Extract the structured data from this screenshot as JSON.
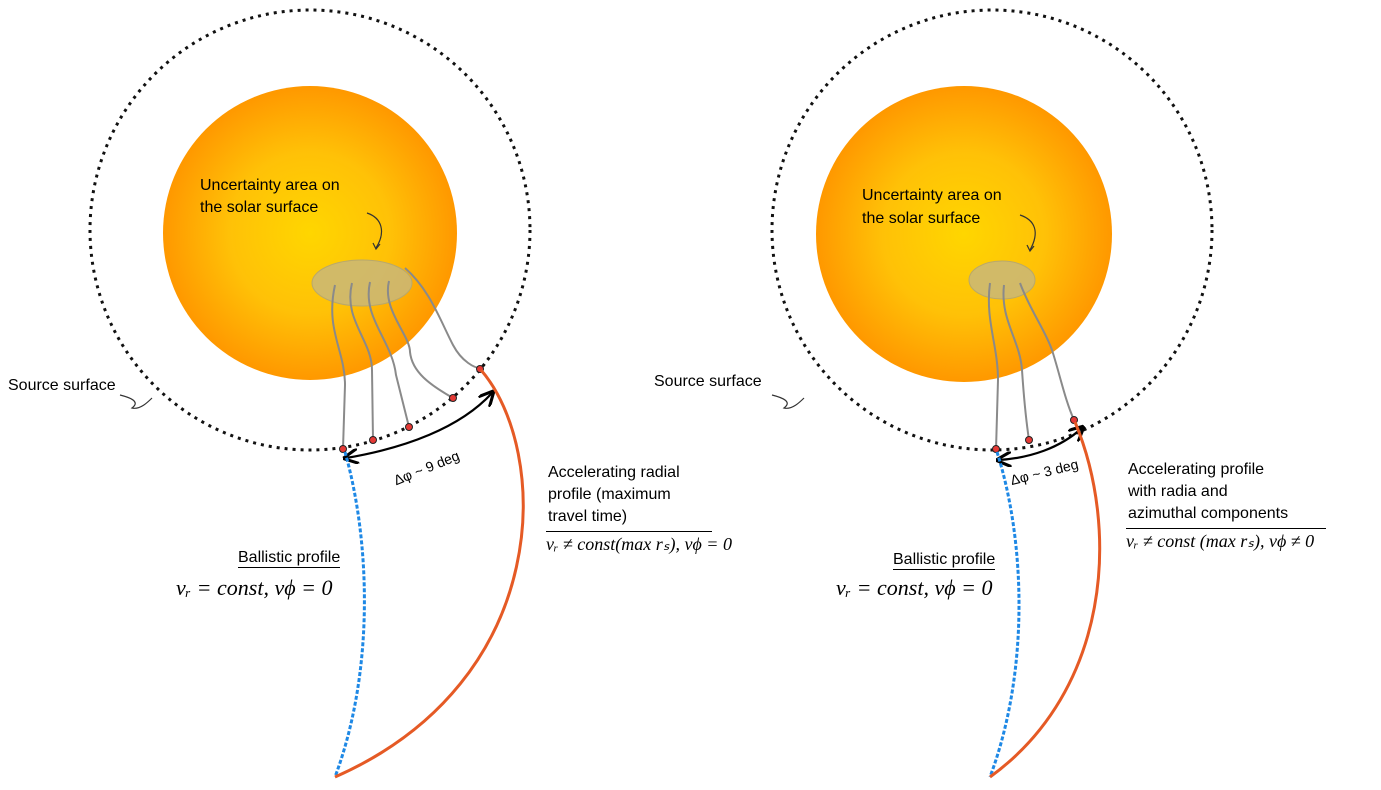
{
  "colors": {
    "sun_outer": "#ff9800",
    "sun_inner": "#ffd600",
    "ballistic": "#1e88e5",
    "accelerating": "#e55a25",
    "footpoint": "#e53935",
    "field_line": "#8a8a8a",
    "uncertainty_fill": "#c9b77a"
  },
  "left_panel": {
    "uncertainty_label_line1": "Uncertainty area on",
    "uncertainty_label_line2": "the solar surface",
    "source_surface_label": "Source surface",
    "delta_phi_label": "Δφ ~ 9 deg",
    "ballistic_title": "Ballistic profile",
    "ballistic_eq": "vᵣ = const,  vϕ = 0",
    "accel_line1": "Accelerating radial",
    "accel_line2": "profile (maximum",
    "accel_line3": "travel time)",
    "accel_eq": "vᵣ ≠ const(max rₛ),  vϕ = 0"
  },
  "right_panel": {
    "uncertainty_label_line1": "Uncertainty area on",
    "uncertainty_label_line2": "the solar surface",
    "source_surface_label": "Source surface",
    "delta_phi_label": "Δφ ~ 3 deg",
    "ballistic_title": "Ballistic profile",
    "ballistic_eq": "vᵣ = const,  vϕ = 0",
    "accel_line1": "Accelerating profile",
    "accel_line2": "with radia and",
    "accel_line3": "azimuthal components",
    "accel_eq": "vᵣ ≠ const (max rₛ),  vϕ ≠ 0"
  }
}
